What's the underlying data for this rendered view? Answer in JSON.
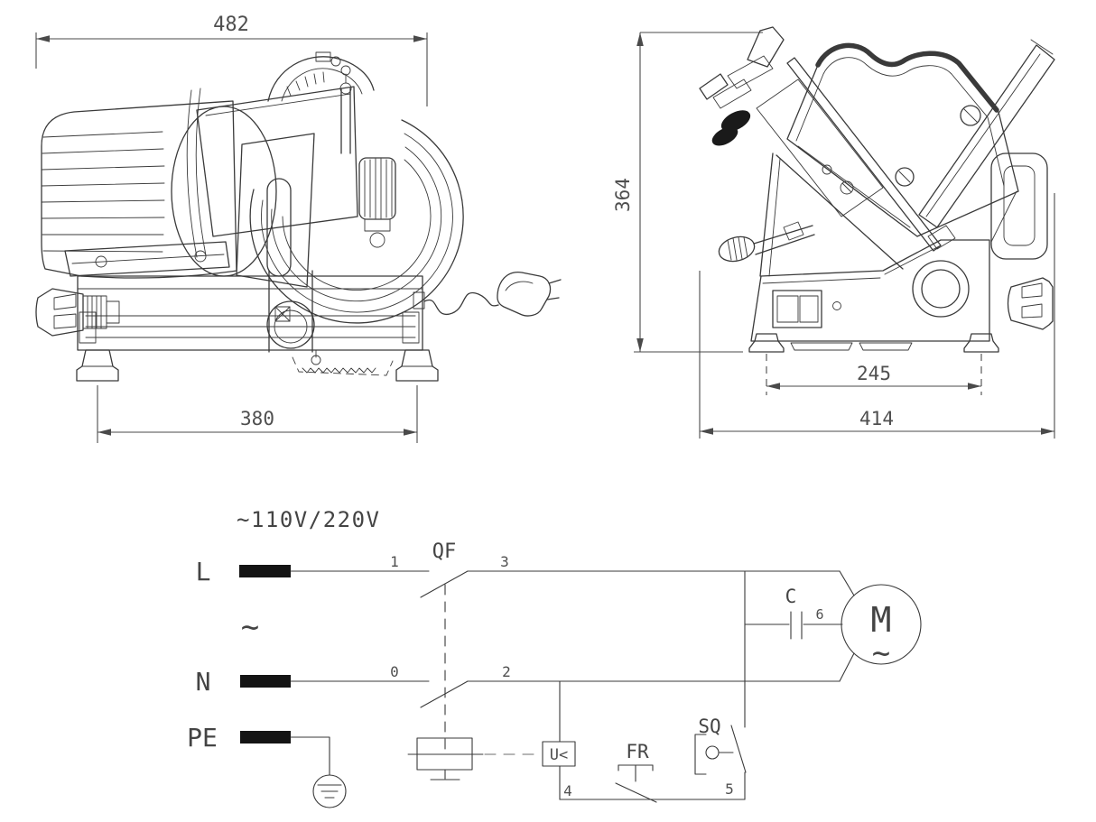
{
  "drawing": {
    "side_view": {
      "width_total": "482",
      "width_base": "380"
    },
    "front_view": {
      "height_total": "364",
      "feet_span": "245",
      "width_total": "414"
    }
  },
  "circuit": {
    "title": "~110V/220V",
    "line_label": "L",
    "neutral_label": "N",
    "earth_label": "PE",
    "ac_symbol": "~",
    "breaker_label": "QF",
    "wire_l_in": "1",
    "wire_l_out": "3",
    "wire_n_in": "0",
    "wire_n_out": "2",
    "capacitor_label": "C",
    "wire_capacitor": "6",
    "motor_label": "M",
    "motor_ac_symbol": "~",
    "undervoltage_label": "U<",
    "wire_coil": "4",
    "wire_interlock": "5",
    "thermal_label": "FR",
    "interlock_label": "SQ"
  },
  "colors": {
    "line": "#3a3a3a",
    "text": "#4f4f4f",
    "terminal": "#141414",
    "background": "#ffffff"
  }
}
